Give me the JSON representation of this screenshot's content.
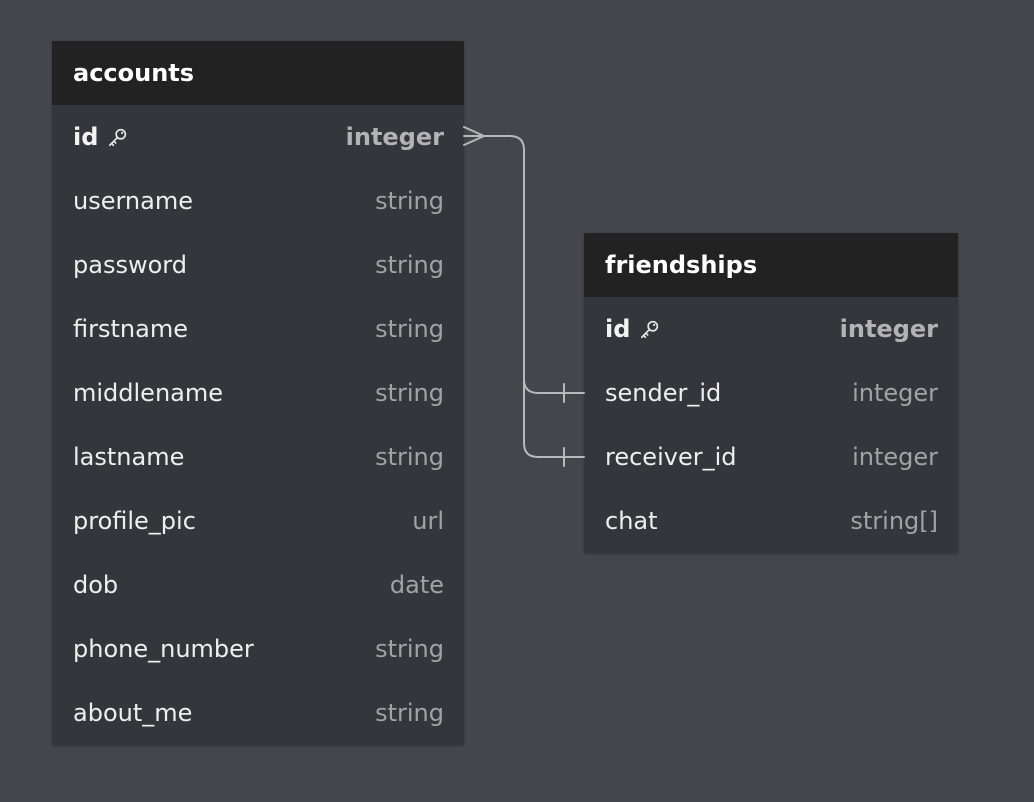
{
  "colors": {
    "canvas_bg": "#45464b",
    "table_bg": "#35363b",
    "header_bg": "#222222",
    "connector": "#b8b8bc"
  },
  "tables": {
    "accounts": {
      "title": "accounts",
      "rows": [
        {
          "name": "id",
          "type": "integer",
          "primary_key": true
        },
        {
          "name": "username",
          "type": "string"
        },
        {
          "name": "password",
          "type": "string"
        },
        {
          "name": "firstname",
          "type": "string"
        },
        {
          "name": "middlename",
          "type": "string"
        },
        {
          "name": "lastname",
          "type": "string"
        },
        {
          "name": "profile_pic",
          "type": "url"
        },
        {
          "name": "dob",
          "type": "date"
        },
        {
          "name": "phone_number",
          "type": "string"
        },
        {
          "name": "about_me",
          "type": "string"
        }
      ]
    },
    "friendships": {
      "title": "friendships",
      "rows": [
        {
          "name": "id",
          "type": "integer",
          "primary_key": true
        },
        {
          "name": "sender_id",
          "type": "integer"
        },
        {
          "name": "receiver_id",
          "type": "integer"
        },
        {
          "name": "chat",
          "type": "string[]"
        }
      ]
    }
  },
  "relations": [
    {
      "from": "accounts.id",
      "from_end": "many",
      "to": "friendships.sender_id",
      "to_end": "one"
    },
    {
      "from": "accounts.id",
      "from_end": "many",
      "to": "friendships.receiver_id",
      "to_end": "one"
    }
  ],
  "icons": {
    "primary_key": "key-icon"
  }
}
